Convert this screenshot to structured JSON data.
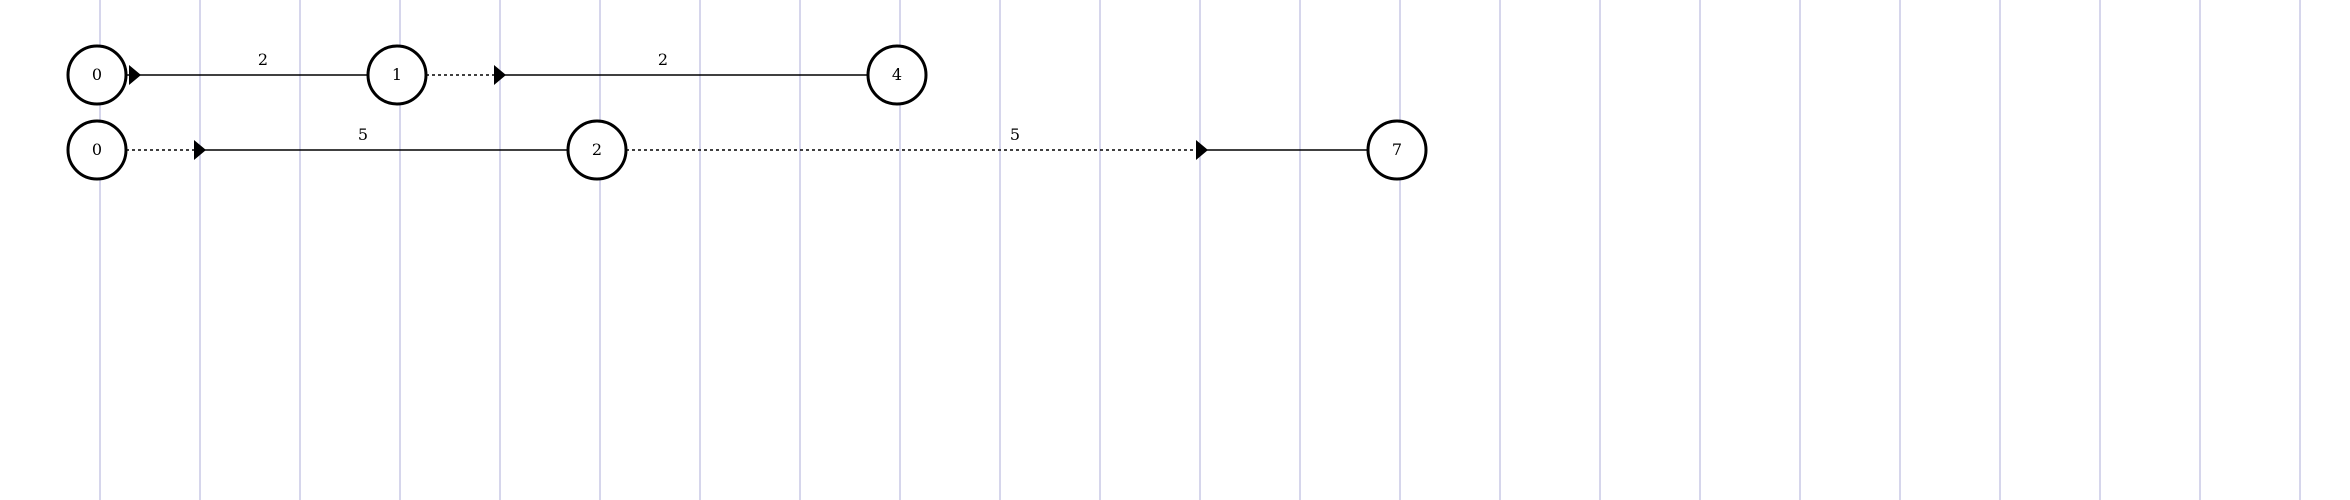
{
  "colors": {
    "grid": "#c8c8e6",
    "stroke": "#000000",
    "background": "#ffffff"
  },
  "paths": [
    {
      "nodes": [
        {
          "id": "p1-n0",
          "label": "0"
        },
        {
          "id": "p1-n1",
          "label": "1"
        },
        {
          "id": "p1-n2",
          "label": "4"
        }
      ],
      "edges": [
        {
          "from": "p1-n0",
          "to": "p1-n1",
          "weight": "2"
        },
        {
          "from": "p1-n1",
          "to": "p1-n2",
          "weight": "2"
        }
      ]
    },
    {
      "nodes": [
        {
          "id": "p2-n0",
          "label": "0"
        },
        {
          "id": "p2-n1",
          "label": "2"
        },
        {
          "id": "p2-n2",
          "label": "7"
        }
      ],
      "edges": [
        {
          "from": "p2-n0",
          "to": "p2-n1",
          "weight": "5"
        },
        {
          "from": "p2-n1",
          "to": "p2-n2",
          "weight": "5"
        }
      ]
    }
  ]
}
